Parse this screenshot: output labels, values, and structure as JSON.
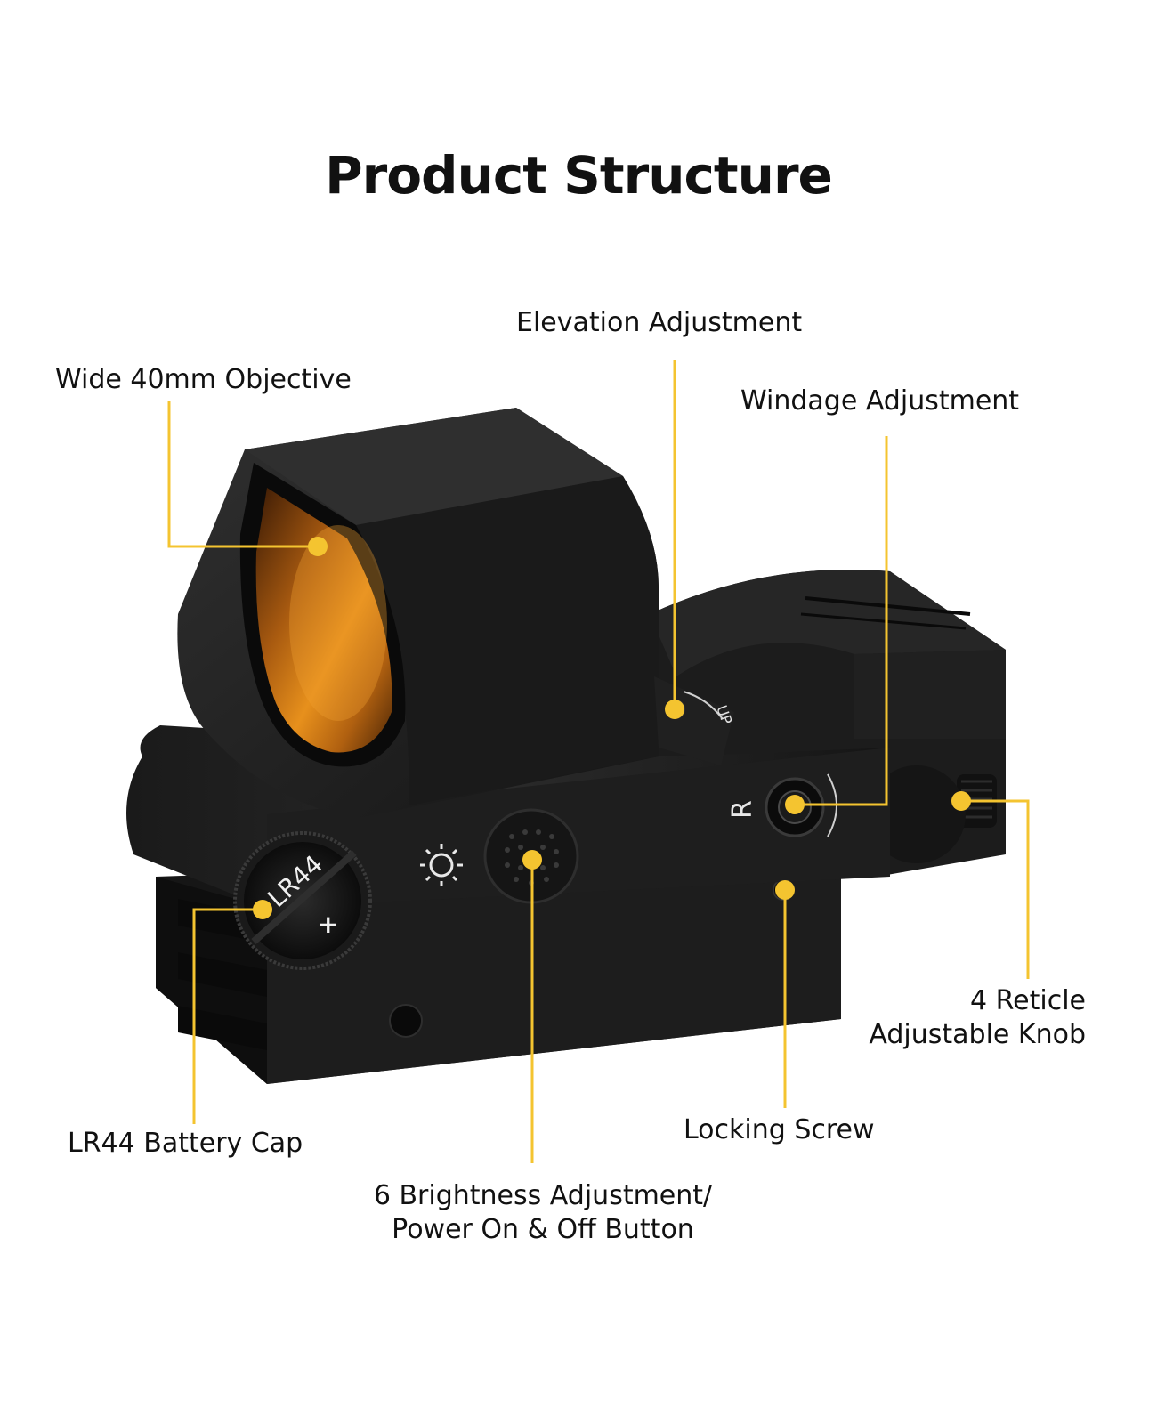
{
  "title": "Product Structure",
  "accent_color": "#F4C430",
  "product": {
    "battery_marking": "LR44",
    "plus_mark": "+",
    "windage_marking": "R",
    "elevation_marking": "UP"
  },
  "callouts": {
    "objective": {
      "label": "Wide 40mm Objective"
    },
    "elevation": {
      "label": "Elevation Adjustment"
    },
    "windage": {
      "label": "Windage Adjustment"
    },
    "reticle": {
      "line1": "4 Reticle",
      "line2": "Adjustable Knob"
    },
    "locking": {
      "label": "Locking Screw"
    },
    "battery": {
      "label": "LR44 Battery Cap"
    },
    "brightness": {
      "line1": "6 Brightness Adjustment/",
      "line2": "Power On & Off Button"
    }
  }
}
